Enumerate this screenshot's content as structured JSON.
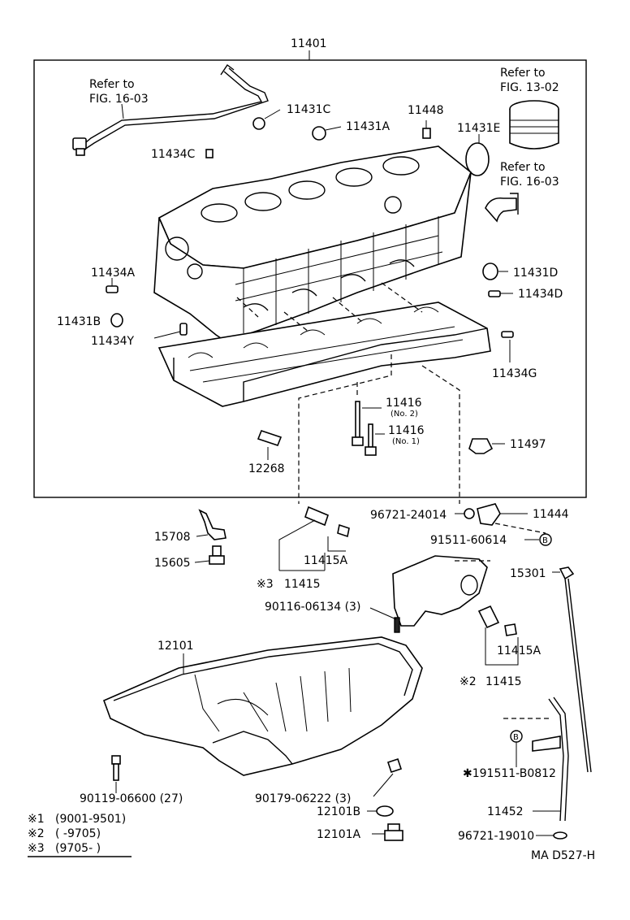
{
  "assembly_label": "11401",
  "labels": {
    "ref_fig_1603_a_line1": "Refer to",
    "ref_fig_1603_a_line2": "FIG. 16-03",
    "ref_fig_1302_line1": "Refer to",
    "ref_fig_1302_line2": "FIG. 13-02",
    "ref_fig_1603_b_line1": "Refer to",
    "ref_fig_1603_b_line2": "FIG. 16-03",
    "p11431C": "11431C",
    "p11431A": "11431A",
    "p11448": "11448",
    "p11431E": "11431E",
    "p11434C": "11434C",
    "p11434A": "11434A",
    "p11431D": "11431D",
    "p11434D": "11434D",
    "p11431B": "11431B",
    "p11434Y": "11434Y",
    "p11434G": "11434G",
    "p11416_2": "11416",
    "p11416_2_note": "(No. 2)",
    "p11416_1": "11416",
    "p11416_1_note": "(No. 1)",
    "p11497": "11497",
    "p12268": "12268",
    "p96721_24014": "96721-24014",
    "p11444": "11444",
    "p91511_60614": "91511-60614",
    "circle_b": "B",
    "p15708": "15708",
    "p15605": "15605",
    "p11415A_top": "11415A",
    "p11415_3_mark": "※3",
    "p11415_3": "11415",
    "p15301": "15301",
    "p90116_06134": "90116-06134 (3)",
    "p12101": "12101",
    "p11415A_mid": "11415A",
    "p11415_2_mark": "※2",
    "p11415_2": "11415",
    "p191511_b0812": "✱191511-B0812",
    "p90119_06600": "90119-06600 (27)",
    "p90179_06222": "90179-06222 (3)",
    "p12101B": "12101B",
    "p12101A": "12101A",
    "p11452": "11452",
    "p96721_19010": "96721-19010",
    "diagram_code": "MA  D527-H"
  },
  "legend": [
    {
      "mark": "※1",
      "text": "(9001-9501)"
    },
    {
      "mark": "※2",
      "text": "(        -9705)"
    },
    {
      "mark": "※3",
      "text": "(9705-        )"
    }
  ]
}
